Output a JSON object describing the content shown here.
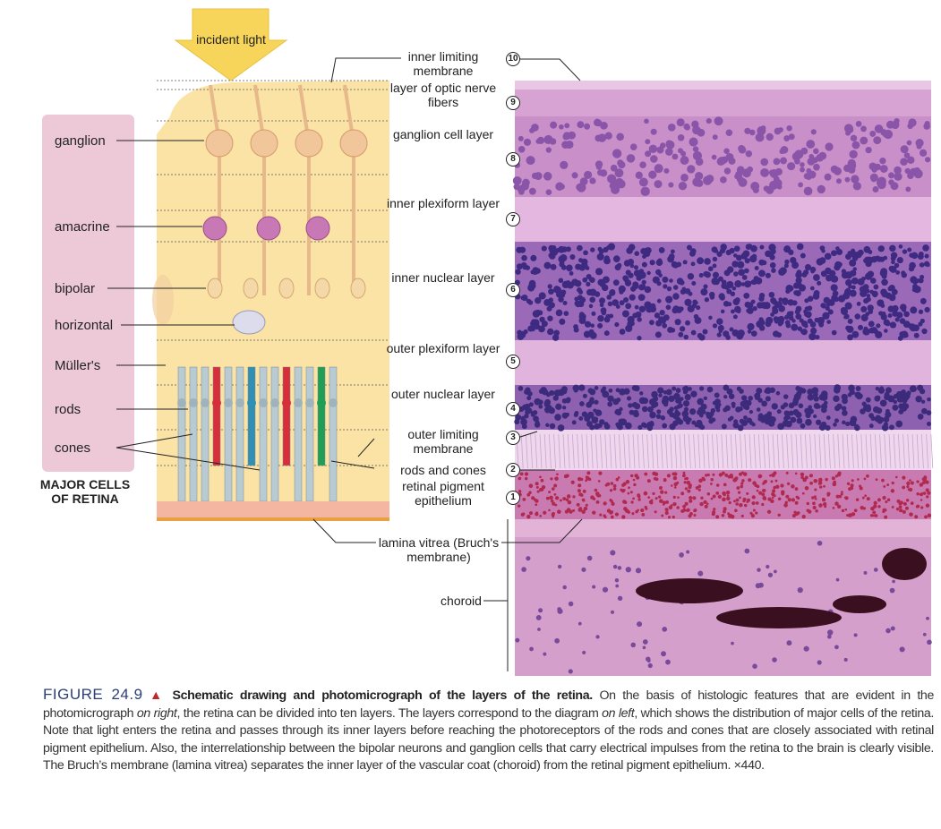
{
  "diagram": {
    "incident_light": "incident light",
    "cell_labels": [
      "ganglion",
      "amacrine",
      "bipolar",
      "horizontal",
      "Müller's",
      "rods",
      "cones"
    ],
    "major_cells_title": "MAJOR CELLS OF RETINA",
    "layers": [
      {
        "num": "10",
        "label": "inner limiting membrane"
      },
      {
        "num": "9",
        "label": "layer of optic nerve fibers"
      },
      {
        "num": "8",
        "label": "ganglion cell layer"
      },
      {
        "num": "7",
        "label": "inner plexiform layer"
      },
      {
        "num": "6",
        "label": "inner nuclear layer"
      },
      {
        "num": "5",
        "label": "outer plexiform layer"
      },
      {
        "num": "4",
        "label": "outer nuclear layer"
      },
      {
        "num": "3",
        "label": "outer limiting membrane"
      },
      {
        "num": "2",
        "label": "rods and cones"
      },
      {
        "num": "1",
        "label": "retinal pigment epithelium"
      }
    ],
    "lamina_vitrea": "lamina vitrea (Bruch's membrane)",
    "choroid": "choroid",
    "colors": {
      "panel": "#edc9d7",
      "column": "#fbe3a6",
      "arrow": "#f7d55a",
      "nuclei": "#4a2a7a",
      "stain": "#d9a6d6"
    }
  },
  "caption": {
    "figure_number": "FIGURE 24.9",
    "triangle": "▲",
    "title": "Schematic drawing and photomicrograph of the layers of the retina.",
    "text_1": " On the basis of histologic features that are evident in the photomicrograph ",
    "em_1": "on right",
    "text_2": ", the retina can be divided into ten layers. The layers correspond to the diagram ",
    "em_2": "on left",
    "text_3": ", which shows the distribution of major cells of the retina. Note that light enters the retina and passes through its inner layers before reaching the photoreceptors of the rods and cones that are closely associated with retinal pigment epithelium. Also, the interrelationship between the bipolar neurons and ganglion cells that carry electrical impulses from the retina to the brain is clearly visible. The Bruch’s membrane (lamina vitrea) separates the inner layer of the vascular coat (choroid) from the retinal pigment epithelium. ×440."
  }
}
